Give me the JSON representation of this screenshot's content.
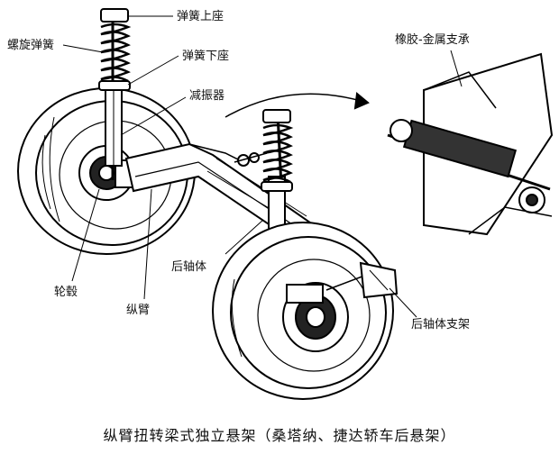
{
  "labels": {
    "spring_upper_seat": "弹簧上座",
    "coil_spring": "螺旋弹簧",
    "spring_lower_seat": "弹簧下座",
    "shock_absorber": "减振器",
    "rubber_metal_bearing": "橡胶-金属支承",
    "rear_axle_body": "后轴体",
    "wheel_hub": "轮毂",
    "trailing_arm": "纵臂",
    "rear_axle_bracket": "后轴体支架"
  },
  "caption": "纵臂扭转梁式独立悬架（桑塔纳、捷达轿车后悬架）"
}
